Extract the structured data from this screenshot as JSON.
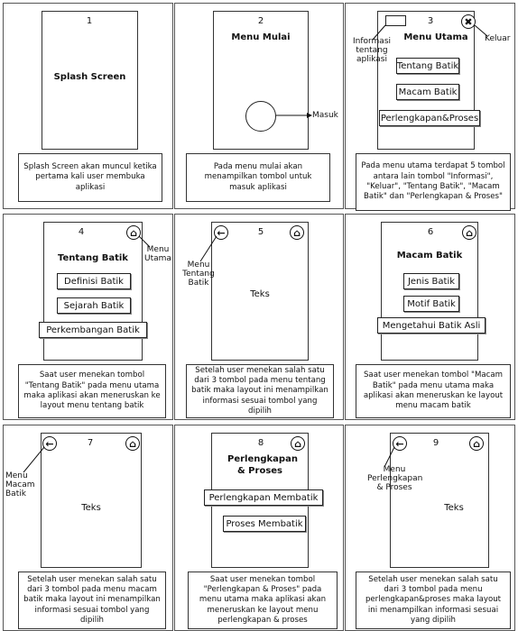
{
  "panels": [
    {
      "num": "1",
      "title": "Splash Screen",
      "desc": "Splash Screen akan muncul ketika pertama kali user membuka aplikasi"
    },
    {
      "num": "2",
      "title": "Menu Mulai",
      "annotation": "Masuk",
      "desc": "Pada menu mulai akan menampilkan tombol untuk masuk aplikasi"
    },
    {
      "num": "3",
      "title": "Menu Utama",
      "buttons": [
        "Tentang Batik",
        "Macam Batik",
        "Perlengkapan&Proses"
      ],
      "annotations": [
        "Informasi tentang aplikasi",
        "Keluar"
      ],
      "desc": "Pada menu utama terdapat 5 tombol antara lain tombol \"Informasi\", \"Keluar\", \"Tentang Batik\", \"Macam Batik\" dan \"Perlengkapan & Proses\""
    },
    {
      "num": "4",
      "title": "Tentang Batik",
      "buttons": [
        "Definisi Batik",
        "Sejarah Batik",
        "Perkembangan Batik"
      ],
      "annotation": "Menu Utama",
      "desc": "Saat user menekan tombol \"Tentang Batik\" pada menu utama maka aplikasi akan meneruskan ke layout menu tentang batik"
    },
    {
      "num": "5",
      "body": "Teks",
      "annotation": "Menu Tentang Batik",
      "desc": "Setelah user menekan salah satu dari 3 tombol pada menu tentang batik maka layout ini menampilkan informasi sesuai tombol yang dipilih"
    },
    {
      "num": "6",
      "title": "Macam Batik",
      "buttons": [
        "Jenis Batik",
        "Motif Batik",
        "Mengetahui Batik Asli"
      ],
      "desc": "Saat user menekan tombol \"Macam Batik\" pada menu utama maka aplikasi akan meneruskan ke layout menu macam batik"
    },
    {
      "num": "7",
      "body": "Teks",
      "annotation": "Menu Macam Batik",
      "desc": "Setelah user menekan salah satu dari 3 tombol pada menu macam batik maka layout ini menampilkan informasi sesuai tombol yang dipilih"
    },
    {
      "num": "8",
      "title": "Perlengkapan & Proses",
      "buttons": [
        "Perlengkapan Membatik",
        "Proses Membatik"
      ],
      "desc": "Saat user menekan tombol \"Perlengkapan & Proses\" pada menu utama maka aplikasi akan meneruskan ke layout menu perlengkapan & proses"
    },
    {
      "num": "9",
      "body": "Teks",
      "annotation": "Menu Perlengkapan & Proses",
      "desc": "Setelah user menekan salah satu dari 3 tombol pada menu perlengkapan&proses maka layout ini menampilkan informasi sesuai yang dipilih"
    }
  ],
  "icons": {
    "back": "back-arrow-icon",
    "home": "home-icon",
    "close": "close-icon"
  }
}
